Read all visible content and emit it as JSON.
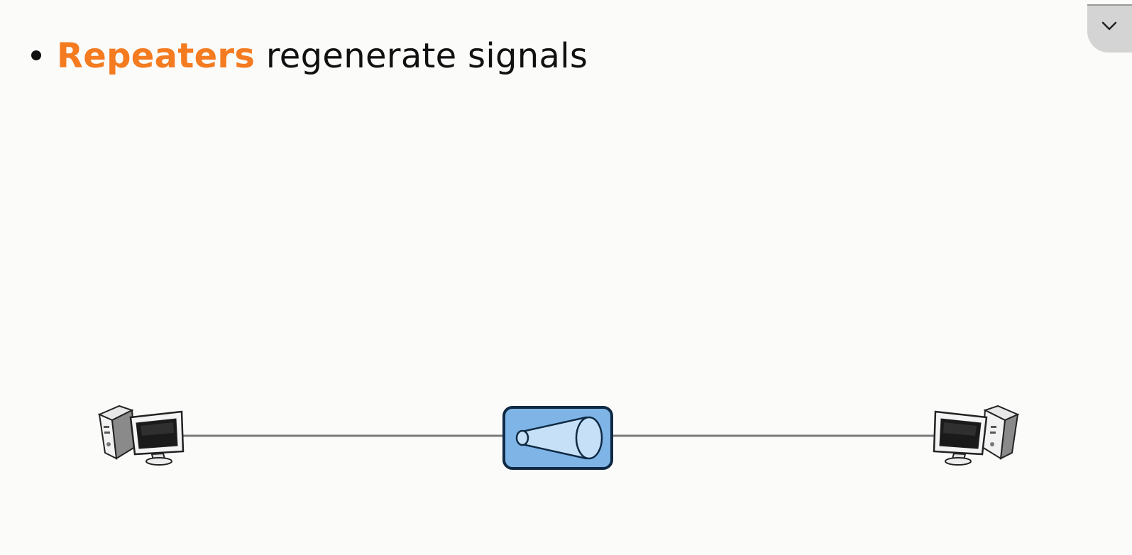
{
  "slide": {
    "bullet": {
      "highlight": "Repeaters",
      "rest": " regenerate signals"
    }
  },
  "diagram": {
    "nodes": [
      {
        "id": "computer-left",
        "icon": "desktop-computer-icon"
      },
      {
        "id": "repeater",
        "icon": "megaphone-icon",
        "fill": "#7fb5e6",
        "border": "#0f2a44"
      },
      {
        "id": "computer-right",
        "icon": "desktop-computer-icon"
      }
    ],
    "links": [
      {
        "from": "computer-left",
        "to": "repeater",
        "color": "#7a7a7a"
      },
      {
        "from": "repeater",
        "to": "computer-right",
        "color": "#7a7a7a"
      }
    ]
  },
  "colors": {
    "accent": "#f47b20",
    "text": "#111111",
    "background": "#fbfbf9"
  },
  "controls": {
    "collapse_icon": "chevron-down-icon"
  }
}
